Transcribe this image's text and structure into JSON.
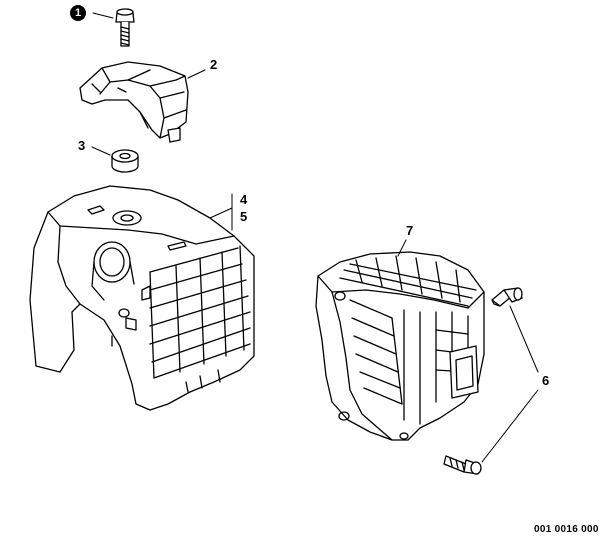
{
  "callouts": {
    "c1": "1",
    "c2": "2",
    "c3": "3",
    "c4": "4",
    "c5": "5",
    "c6": "6",
    "c7": "7"
  },
  "reference_code": "001 0016 000",
  "colors": {
    "line": "#000000",
    "background": "#ffffff",
    "fill": "#ffffff"
  }
}
